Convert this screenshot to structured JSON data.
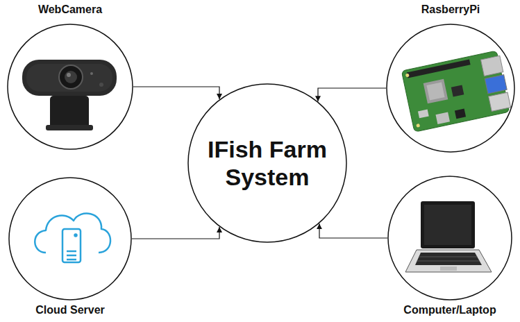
{
  "diagram": {
    "nodes": [
      {
        "text": [
          "WebCamera"
        ]
      },
      {
        "text": [
          "RasberryPi"
        ]
      },
      {
        "text": [
          "IFish Farm System"
        ]
      },
      {
        "text": [
          "Cloud Server"
        ]
      },
      {
        "text": [
          "Computer/Laptop"
        ]
      }
    ],
    "edges": [
      {
        "from": 0,
        "to": 2,
        "arrow": "to"
      },
      {
        "from": 1,
        "to": 2,
        "arrow": "to"
      },
      {
        "from": 3,
        "to": 2,
        "arrow": "to"
      },
      {
        "from": 4,
        "to": 2,
        "arrow": "to"
      }
    ]
  }
}
